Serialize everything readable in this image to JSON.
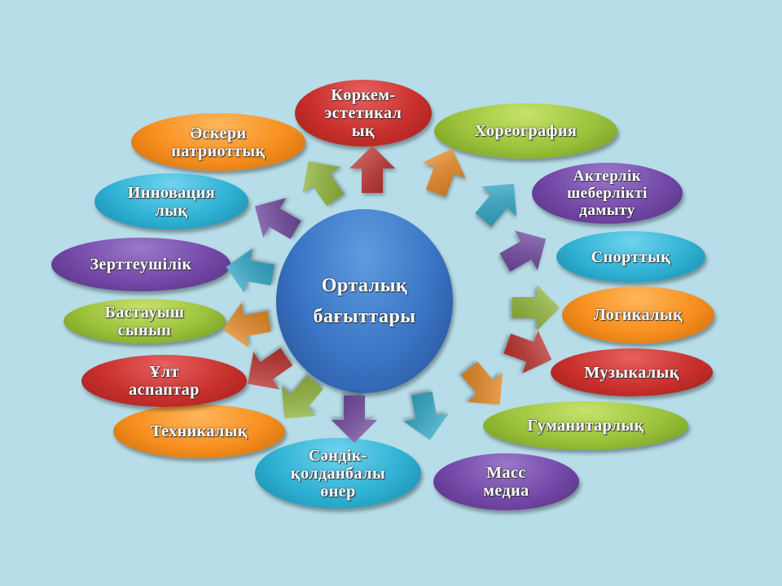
{
  "center": {
    "label": "Орталық\nбағыттары"
  },
  "directions": [
    {
      "label": "Көркем-\nэстетикал\nық",
      "color": "#c9302c"
    },
    {
      "label": "Хореография",
      "color": "#9bc23a"
    },
    {
      "label": "Актерлік\nшеберлікті\nдамыту",
      "color": "#7448a8"
    },
    {
      "label": "Спорттық",
      "color": "#2fb2d4"
    },
    {
      "label": "Логикалық",
      "color": "#f78f1e"
    },
    {
      "label": "Музыкалық",
      "color": "#c9302c"
    },
    {
      "label": "Гуманитарлық",
      "color": "#9bc23a"
    },
    {
      "label": "Масс\nмедиа",
      "color": "#7448a8"
    },
    {
      "label": "Сәндік-\nқолданбалы\nөнер",
      "color": "#2fb2d4"
    },
    {
      "label": "Техникалық",
      "color": "#f78f1e"
    },
    {
      "label": "Ұлт\nаспаптар",
      "color": "#c9302c"
    },
    {
      "label": "Бастауыш\nсынып",
      "color": "#9bc23a"
    },
    {
      "label": "Зерттеушілік",
      "color": "#7448a8"
    },
    {
      "label": "Инновация\nлық",
      "color": "#2fb2d4"
    },
    {
      "label": "Әскери\nпатриоттық",
      "color": "#f78f1e"
    }
  ]
}
